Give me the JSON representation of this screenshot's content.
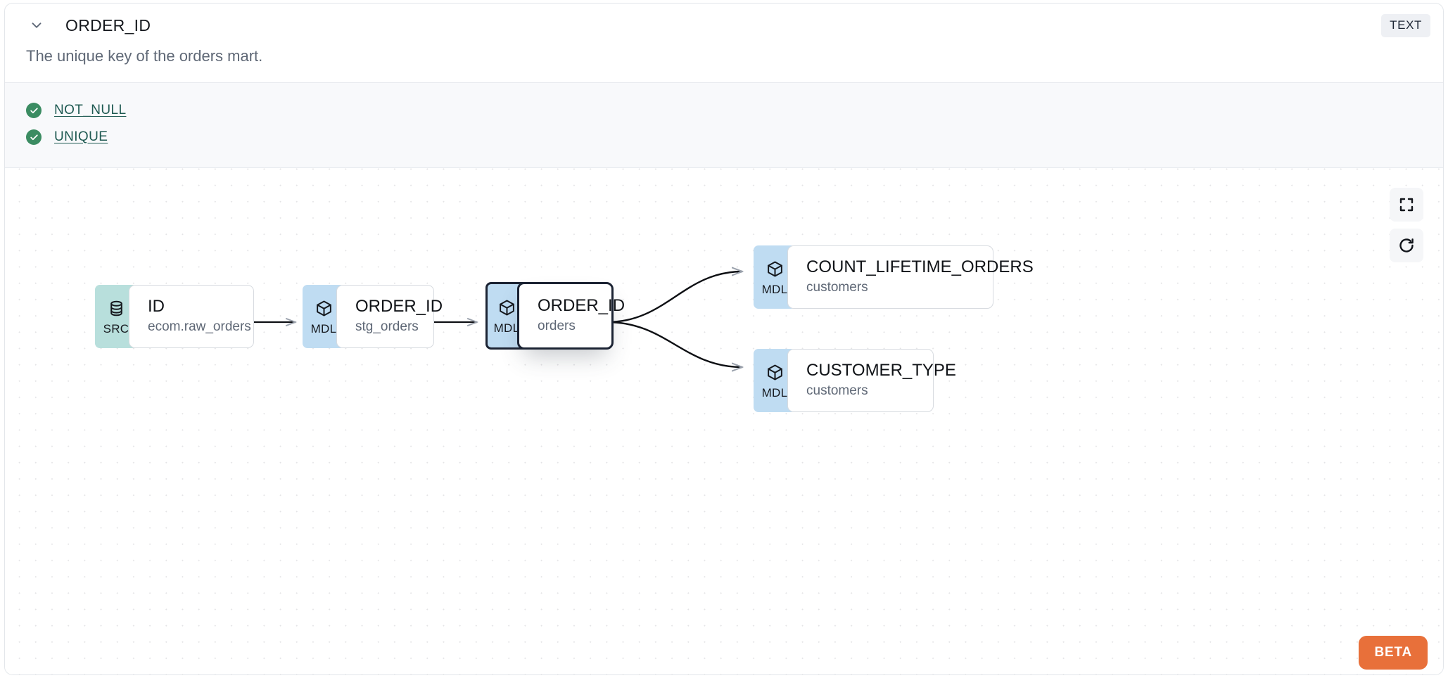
{
  "header": {
    "chevron_icon": "chevron-down-icon",
    "column_name": "ORDER_ID",
    "type_badge": "TEXT"
  },
  "description": "The unique key of the orders mart.",
  "tests": [
    {
      "icon": "check-circle-icon",
      "label": "NOT_NULL",
      "status": "pass"
    },
    {
      "icon": "check-circle-icon",
      "label": "UNIQUE",
      "status": "pass"
    }
  ],
  "lineage": {
    "nodes": [
      {
        "id": "src_id",
        "badge": "SRC",
        "badge_icon": "database-icon",
        "name": "ID",
        "sub": "ecom.raw_orders",
        "selected": false
      },
      {
        "id": "stg",
        "badge": "MDL",
        "badge_icon": "cube-icon",
        "name": "ORDER_ID",
        "sub": "stg_orders",
        "selected": false
      },
      {
        "id": "orders",
        "badge": "MDL",
        "badge_icon": "cube-icon",
        "name": "ORDER_ID",
        "sub": "orders",
        "selected": true
      },
      {
        "id": "clo",
        "badge": "MDL",
        "badge_icon": "cube-icon",
        "name": "COUNT_LIFETIME_ORDERS",
        "sub": "customers",
        "selected": false
      },
      {
        "id": "ctype",
        "badge": "MDL",
        "badge_icon": "cube-icon",
        "name": "CUSTOMER_TYPE",
        "sub": "customers",
        "selected": false
      }
    ],
    "controls": [
      {
        "name": "fit-view-button",
        "icon": "fit-screen-icon"
      },
      {
        "name": "reset-button",
        "icon": "refresh-icon"
      }
    ],
    "beta_label": "BETA"
  },
  "colors": {
    "src_badge": "#b8dfdc",
    "mdl_badge": "#bfdcf2",
    "beta": "#e8703a",
    "test_pass": "#3b8c62",
    "test_link": "#1f5a52"
  }
}
